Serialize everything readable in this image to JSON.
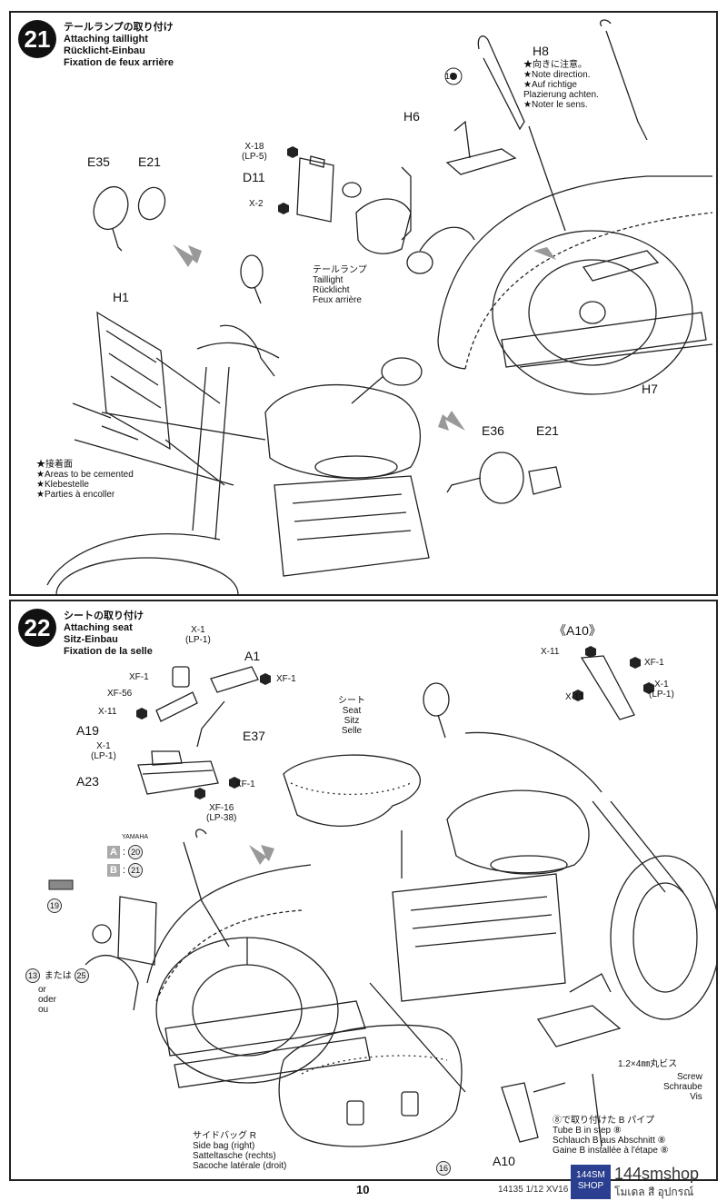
{
  "step21": {
    "number": "21",
    "title": [
      "テールランプの取り付け",
      "Attaching taillight",
      "Rücklicht-Einbau",
      "Fixation de feux arrière"
    ],
    "parts": {
      "h8": "H8",
      "h8_note": [
        "★向きに注意。",
        "★Note direction.",
        "★Auf richtige",
        "Plazierung achten.",
        "★Noter le sens."
      ],
      "h6": "H6",
      "h7": "H7",
      "e35": "E35",
      "e21a": "E21",
      "h1": "H1",
      "d11": "D11",
      "x18": [
        "X-18",
        "(LP-5)"
      ],
      "x2": "X-2",
      "taillight": [
        "テールランプ",
        "Taillight",
        "Rücklicht",
        "Feux arrière"
      ],
      "e36": "E36",
      "e21b": "E21",
      "n18": "18",
      "cement": [
        "★接着面",
        "★Areas to be cemented",
        "★Klebestelle",
        "★Parties à encoller"
      ]
    }
  },
  "step22": {
    "number": "22",
    "title": [
      "シートの取り付け",
      "Attaching seat",
      "Sitz-Einbau",
      "Fixation de la selle"
    ],
    "parts": {
      "x1_top": [
        "X-1",
        "(LP-1)"
      ],
      "a1": "A1",
      "xf1_a": "XF-1",
      "xf1_b": "XF-1",
      "xf56": "XF-56",
      "x11": "X-11",
      "a19": "A19",
      "e37": "E37",
      "x1_mid": [
        "X-1",
        "(LP-1)"
      ],
      "a23": "A23",
      "xf1_c": "XF-1",
      "xf16": [
        "XF-16",
        "(LP-38)"
      ],
      "a10_title": "《A10》",
      "x11_a": "X-11",
      "xf1_d": "XF-1",
      "x1_right": [
        "X-1",
        "(LP-1)"
      ],
      "x11_b": "X-11",
      "seat": [
        "シート",
        "Seat",
        "Sitz",
        "Selle"
      ],
      "yamaha": "YAMAHA",
      "box_a": "A",
      "box_a_ref": "20",
      "box_b": "B",
      "box_b_ref": "21",
      "ref19": "19",
      "ref13": "13",
      "or_jp": "または",
      "ref25": "25",
      "or_en": "or",
      "or_de": "oder",
      "or_fr": "ou",
      "screw_size": "1.2×4㎜丸ビス",
      "screw": [
        "Screw",
        "Schraube",
        "Vis"
      ],
      "bag": [
        "サイドバッグ R",
        "Side bag (right)",
        "Satteltasche (rechts)",
        "Sacoche latérale (droit)"
      ],
      "ref16": "16",
      "a10": "A10",
      "tube_note": [
        "⑧で取り付けた B パイプ",
        "Tube B in step ⑧",
        "Schlauch B aus Abschnitt ⑧",
        "Gaine B installée à l'étape ⑧"
      ]
    }
  },
  "footer": {
    "page": "10",
    "code": "14135 1/12 XV16"
  },
  "watermark": {
    "shop": "144smshop",
    "thai": "โมเดล สี อุปกรณ์",
    "logo_top": "144SM",
    "logo_bottom": "SHOP"
  }
}
